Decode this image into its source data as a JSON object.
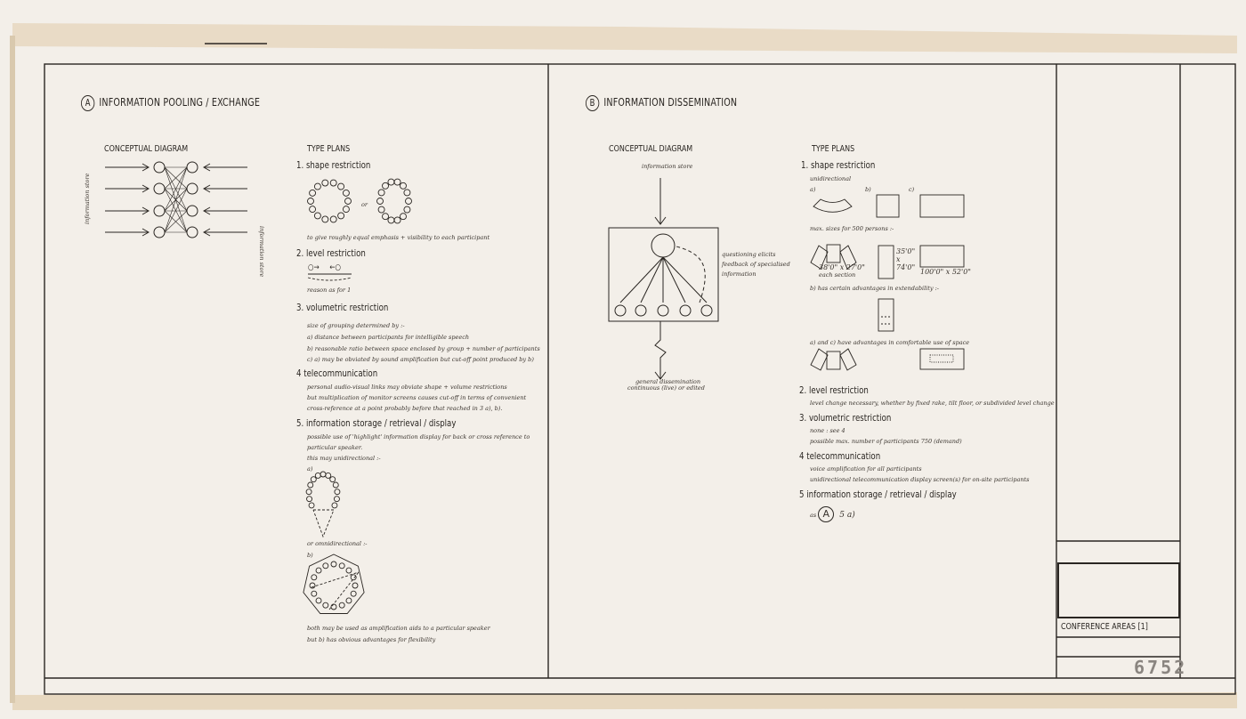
{
  "section_a": {
    "letter": "A",
    "title": "INFORMATION POOLING / EXCHANGE",
    "conceptual_label": "CONCEPTUAL DIAGRAM",
    "side_label_left": "information store",
    "side_label_right": "information store",
    "type_plans_label": "TYPE PLANS",
    "items": [
      {
        "heading": "1.  shape restriction",
        "notes": [
          "or",
          "to give roughly equal emphasis + visibility to each participant"
        ]
      },
      {
        "heading": "2.  level restriction",
        "notes": [
          "reason as for 1"
        ]
      },
      {
        "heading": "3.  volumetric restriction",
        "notes": [
          "size of grouping determined by :-",
          "a)  distance between participants for intelligible speech",
          "b)  reasonable ratio between space enclosed by group + number of participants",
          "c)  a) may be obviated by sound amplification but cut-off point produced by b)"
        ]
      },
      {
        "heading": "4  telecommunication",
        "notes": [
          "personal audio-visual links may obviate shape + volume restrictions",
          "but multiplication of monitor screens causes cut-off in terms of convenient",
          "cross-reference at a point probably before that reached in 3 a), b)."
        ]
      },
      {
        "heading": "5.  information storage / retrieval / display",
        "notes": [
          "possible use of 'highlight' information display for back or cross reference to",
          "particular speaker.",
          "this may unidirectional :-",
          "a)",
          "or omnidirectional :-",
          "b)",
          "both may be used as amplification aids to a particular speaker",
          "but b) has obvious advantages for flexibility"
        ]
      }
    ]
  },
  "section_b": {
    "letter": "B",
    "title": "INFORMATION DISSEMINATION",
    "conceptual_label": "CONCEPTUAL DIAGRAM",
    "diagram_top_label": "information store",
    "diagram_side_label": [
      "questioning elicits",
      "feedback of specialised",
      "information"
    ],
    "diagram_bottom_label": [
      "general dissemination",
      "continuous (live) or edited"
    ],
    "type_plans_label": "TYPE PLANS",
    "items": [
      {
        "heading": "1.  shape restriction",
        "notes": [
          "unidirectional",
          "a)",
          "b)",
          "c)",
          "max. sizes for 500 persons :-",
          "38'0\" x 27'0\"",
          "each section",
          "35'0\" x 74'0\"",
          "100'0\" x 52'0\"",
          "b) has certain advantages in extendability :-",
          "a) and c) have advantages in comfortable use of space"
        ]
      },
      {
        "heading": "2.  level restriction",
        "notes": [
          "level change necessary, whether by fixed rake, tilt floor, or subdivided level change"
        ]
      },
      {
        "heading": "3.  volumetric restriction",
        "notes": [
          "none : see 4",
          "possible max. number of participants 750 (demand)"
        ]
      },
      {
        "heading": "4  telecommunication",
        "notes": [
          "voice amplification for all participants",
          "unidirectional telecommunication display screen(s) for on-site participants"
        ]
      },
      {
        "heading": "5  information storage / retrieval / display",
        "notes": [
          "as",
          "A",
          "5 a)"
        ]
      }
    ]
  },
  "title_block": {
    "title": "CONFERENCE AREAS [1]",
    "sheet_number": "6752"
  }
}
